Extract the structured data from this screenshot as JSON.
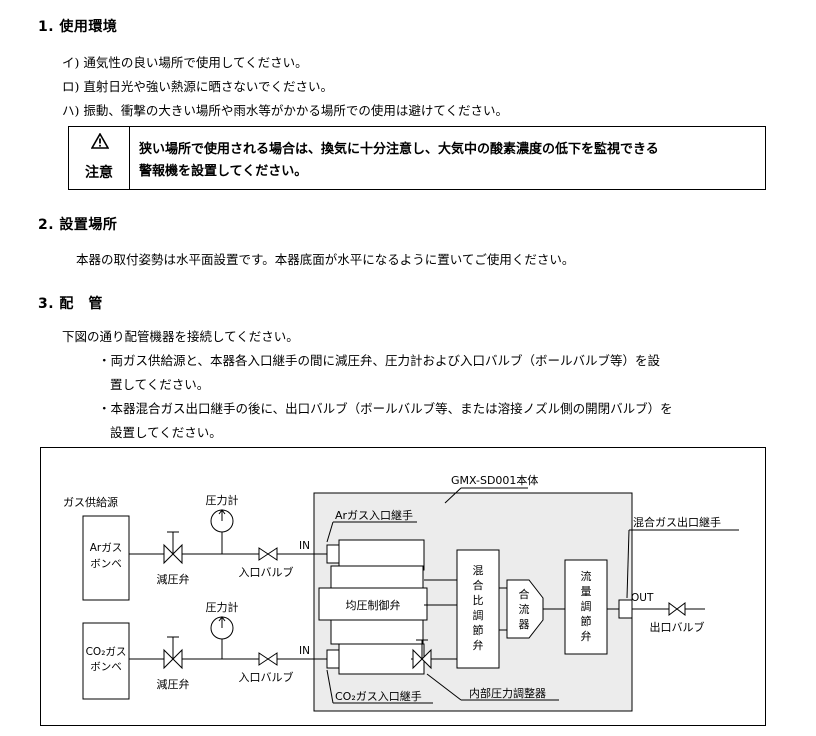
{
  "sections": {
    "environment": {
      "title": "1. 使用環境",
      "items": [
        "イ) 通気性の良い場所で使用してください。",
        "ロ) 直射日光や強い熱源に晒さないでください。",
        "ハ) 振動、衝撃の大きい場所や雨水等がかかる場所での使用は避けてください。"
      ],
      "caution": {
        "label": "注意",
        "line1": "狭い場所で使用される場合は、換気に十分注意し、大気中の酸素濃度の低下を監視できる",
        "line2": "警報機を設置してください。"
      }
    },
    "location": {
      "title": "2. 設置場所",
      "text": "本器の取付姿勢は水平面設置です。本器底面が水平になるように置いてご使用ください。"
    },
    "piping": {
      "title": "3. 配　管",
      "intro": "下図の通り配管機器を接続してください。",
      "bullet1_line1": "・両ガス供給源と、本器各入口継手の間に減圧弁、圧力計および入口バルブ（ボールバルブ等）を設",
      "bullet1_line2": "置してください。",
      "bullet2_line1": "・本器混合ガス出口継手の後に、出口バルブ（ボールバルブ等、または溶接ノズル側の開閉バルブ）を",
      "bullet2_line2": "設置してください。"
    }
  },
  "diagram": {
    "body_label": "GMX-SD001本体",
    "supply_source": "ガス供給源",
    "ar_tank_1": "Arガス",
    "ar_tank_2": "ボンベ",
    "co2_tank_1": "CO₂ガス",
    "co2_tank_2": "ボンベ",
    "gauge_top": "圧力計",
    "gauge_bottom": "圧力計",
    "regulator_top": "減圧弁",
    "regulator_bottom": "減圧弁",
    "inlet_valve_top": "入口バルブ",
    "inlet_valve_bottom": "入口バルブ",
    "in_top": "IN",
    "in_bottom": "IN",
    "ar_inlet": "Arガス入口継手",
    "co2_inlet": "CO₂ガス入口継手",
    "balance_valve": "均圧制御弁",
    "mix_ratio_valve": [
      "混",
      "合",
      "比",
      "調",
      "節",
      "弁"
    ],
    "merger": [
      "合",
      "流",
      "器"
    ],
    "flow_valve": [
      "流",
      "量",
      "調",
      "節",
      "弁"
    ],
    "mixed_outlet": "混合ガス出口継手",
    "out": "OUT",
    "outlet_valve": "出口バルブ",
    "internal_regulator": "内部圧力調整器"
  }
}
